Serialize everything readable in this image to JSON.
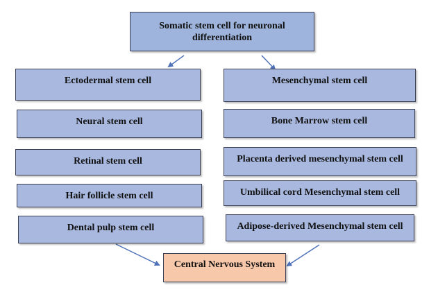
{
  "colors": {
    "box_fill": "#a8b8df",
    "cns_fill": "#f8c8aa",
    "arrow": "#4f72b8",
    "border": "#3a3f55"
  },
  "top": "Somatic stem cell for neuronal differentiation",
  "left": [
    "Ectodermal stem cell",
    "Neural stem cell",
    "Retinal stem cell",
    "Hair follicle stem cell",
    "Dental pulp stem cell"
  ],
  "right": [
    "Mesenchymal stem cell",
    "Bone Marrow stem cell",
    "Placenta derived mesenchymal stem cell",
    "Umbilical cord Mesenchymal stem cell",
    "Adipose-derived Mesenchymal stem cell"
  ],
  "bottom": "Central Nervous System"
}
